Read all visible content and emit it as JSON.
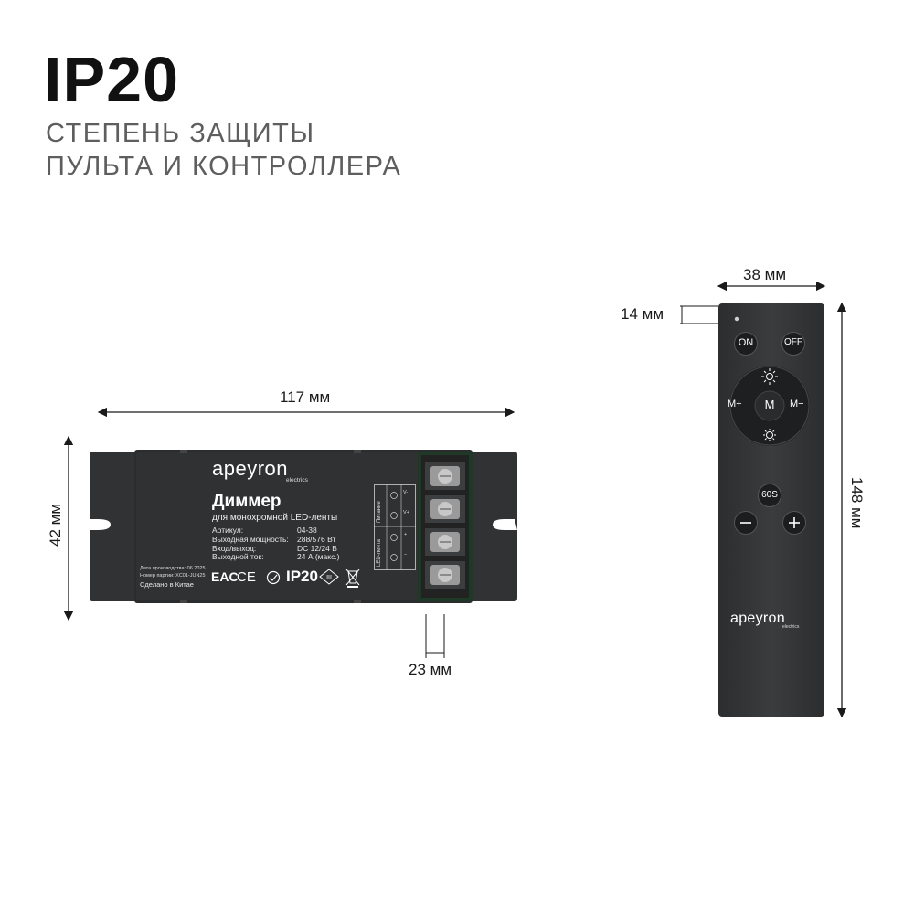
{
  "header": {
    "title": "IP20",
    "subtitle_line1": "СТЕПЕНЬ ЗАЩИТЫ",
    "subtitle_line2": "ПУЛЬТА И КОНТРОЛЛЕРА"
  },
  "dimensions": {
    "controller_width": "117 мм",
    "controller_height": "42 мм",
    "terminal_width": "23 мм",
    "remote_width": "38 мм",
    "remote_height": "148 мм",
    "remote_offset": "14 мм"
  },
  "controller": {
    "brand": "apeyron",
    "brand_sub": "electrics",
    "name": "Диммер",
    "description": "для монохромной LED-ленты",
    "spec_labels": [
      "Артикул:",
      "Выходная мощность:",
      "Вход/выход:",
      "Выходной ток:"
    ],
    "spec_values": [
      "04-38",
      "288/576 Вт",
      "DC 12/24 В",
      "24 А (макс.)"
    ],
    "production_date": "Дата производства: 06.2025",
    "batch_number": "Номер партии: XC01-JUN25",
    "made_in": "Сделано в Китае",
    "ip_mark": "IP20",
    "eac_mark": "EAC",
    "ce_mark": "CE",
    "power_label": "Питание",
    "led_label": "LED-лента",
    "terminal_signs": [
      "V-",
      "V+",
      "+",
      "−"
    ]
  },
  "remote": {
    "on_label": "ON",
    "off_label": "OFF",
    "m_label": "M",
    "m_plus_label": "M+",
    "m_minus_label": "M−",
    "timer_label": "60S",
    "brand": "apeyron",
    "brand_sub": "electrics",
    "minus_icon": "minus-icon",
    "plus_icon": "plus-icon",
    "brightness_up_icon": "sun-bright-icon",
    "brightness_down_icon": "sun-dim-icon"
  }
}
